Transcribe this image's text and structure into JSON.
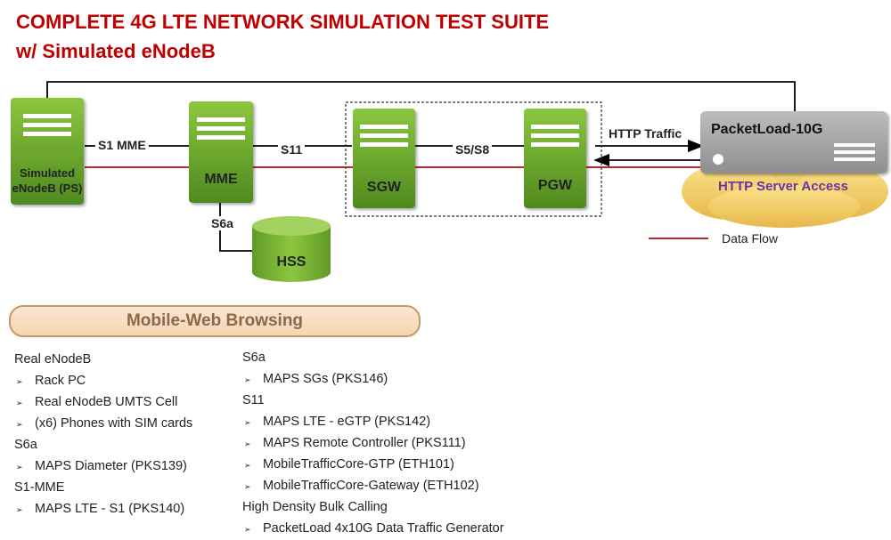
{
  "title": {
    "line1": "COMPLETE 4G LTE NETWORK SIMULATION TEST SUITE",
    "line2": "w/ Simulated eNodeB"
  },
  "diagram": {
    "nodes": {
      "enodeb": "Simulated eNodeB (PS)",
      "mme": "MME",
      "sgw": "SGW",
      "pgw": "PGW",
      "hss": "HSS",
      "packetload": "PacketLoad-10G",
      "http_server": "HTTP Server Access"
    },
    "edges": {
      "s1_mme": "S1 MME",
      "s11": "S11",
      "s5_s8": "S5/S8",
      "s6a": "S6a",
      "http_traffic": "HTTP Traffic"
    },
    "legend": {
      "data_flow": "Data Flow",
      "data_flow_color": "#c0272d"
    }
  },
  "banner": "Mobile-Web Browsing",
  "left_list": [
    {
      "type": "heading",
      "text": "Real eNodeB"
    },
    {
      "type": "item",
      "text": "Rack PC"
    },
    {
      "type": "item",
      "text": "Real eNodeB UMTS Cell"
    },
    {
      "type": "item",
      "text": "(x6) Phones with SIM cards"
    },
    {
      "type": "heading",
      "text": "S6a"
    },
    {
      "type": "item",
      "text": "MAPS Diameter (PKS139)"
    },
    {
      "type": "heading",
      "text": "S1-MME"
    },
    {
      "type": "item",
      "text": "MAPS LTE - S1 (PKS140)"
    }
  ],
  "right_list": [
    {
      "type": "heading",
      "text": "S6a"
    },
    {
      "type": "item",
      "text": "MAPS SGs (PKS146)"
    },
    {
      "type": "heading",
      "text": "S11"
    },
    {
      "type": "item",
      "text": "MAPS LTE - eGTP (PKS142)"
    },
    {
      "type": "item",
      "text": "MAPS Remote Controller (PKS111)"
    },
    {
      "type": "item",
      "text": "MobileTrafficCore-GTP (ETH101)"
    },
    {
      "type": "item",
      "text": "MobileTrafficCore-Gateway (ETH102)"
    },
    {
      "type": "heading",
      "text": "High Density Bulk Calling"
    },
    {
      "type": "item",
      "text": "PacketLoad 4x10G Data Traffic Generator"
    }
  ]
}
